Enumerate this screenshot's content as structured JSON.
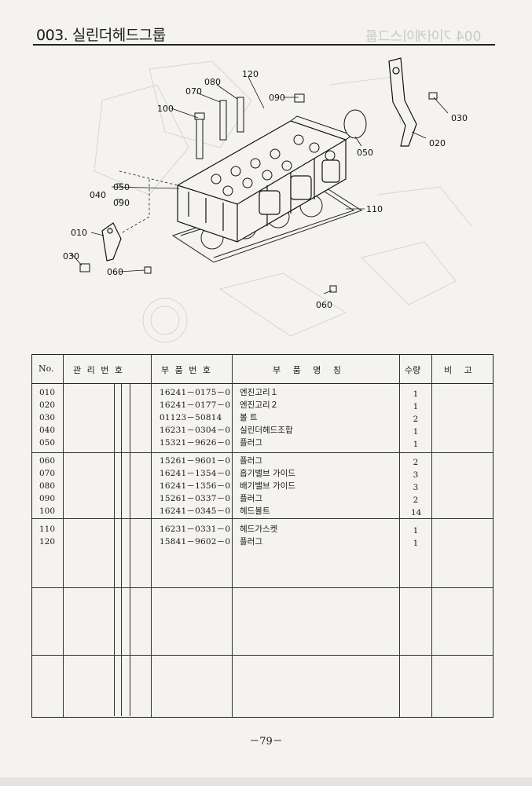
{
  "header": {
    "title": "003. 실린더헤드그룹",
    "ghost_title": "004 기어케이스그룹"
  },
  "diagram": {
    "callouts": [
      "120",
      "080",
      "070",
      "100",
      "090",
      "030",
      "050",
      "020",
      "040",
      "050",
      "090",
      "110",
      "010",
      "030",
      "060",
      "060"
    ]
  },
  "table": {
    "columns": {
      "no": "No.",
      "mgmt": "관 리 번 호",
      "part_no": "부 품 번 호",
      "name": "부 품 명 칭",
      "qty": "수량",
      "remarks": "비 고"
    },
    "groups": [
      {
        "rows": [
          {
            "no": "010",
            "part_no": "16241－0175－0",
            "name": "엔진고리１",
            "qty": "1"
          },
          {
            "no": "020",
            "part_no": "16241－0177－0",
            "name": "엔진고리２",
            "qty": "1"
          },
          {
            "no": "030",
            "part_no": "01123－50814",
            "name": "볼 트",
            "qty": "2"
          },
          {
            "no": "040",
            "part_no": "16231－0304－0",
            "name": "실린더헤드조합",
            "qty": "1"
          },
          {
            "no": "050",
            "part_no": "15321－9626－0",
            "name": "플러그",
            "qty": "1"
          }
        ]
      },
      {
        "rows": [
          {
            "no": "060",
            "part_no": "15261－9601－0",
            "name": "플러그",
            "qty": "2"
          },
          {
            "no": "070",
            "part_no": "16241－1354－0",
            "name": "흡기밸브 가이드",
            "qty": "3"
          },
          {
            "no": "080",
            "part_no": "16241－1356－0",
            "name": "배기밸브 가이드",
            "qty": "3"
          },
          {
            "no": "090",
            "part_no": "15261－0337－0",
            "name": "플러그",
            "qty": "2"
          },
          {
            "no": "100",
            "part_no": "16241－0345－0",
            "name": "헤드볼트",
            "qty": "14"
          }
        ]
      },
      {
        "rows": [
          {
            "no": "110",
            "part_no": "16231－0331－0",
            "name": "헤드가스켓",
            "qty": "1"
          },
          {
            "no": "120",
            "part_no": "15841－9602－0",
            "name": "플러그",
            "qty": "1"
          }
        ]
      },
      {
        "rows": []
      },
      {
        "rows": []
      }
    ]
  },
  "footer": {
    "page": "－79－"
  }
}
